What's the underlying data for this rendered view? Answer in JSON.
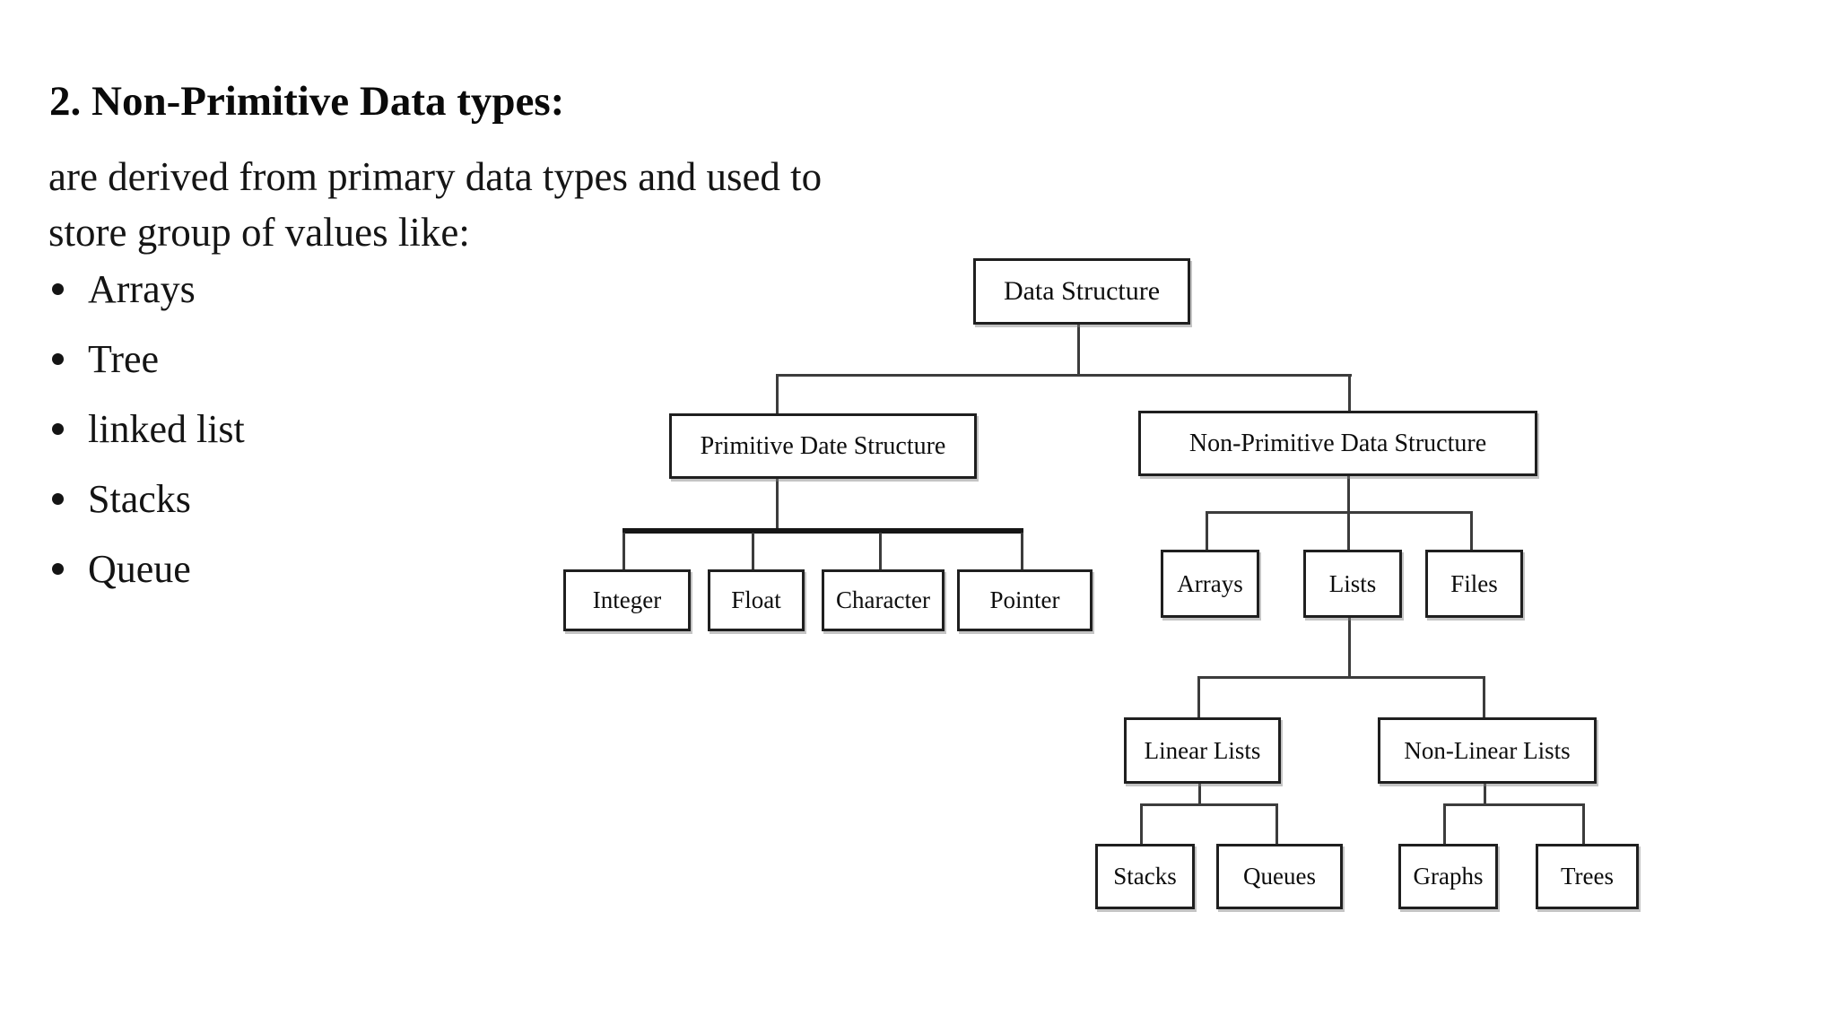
{
  "page": {
    "background": "#ffffff",
    "text_color": "#111111",
    "connector_color": "#3c3c3c"
  },
  "content": {
    "title": "2. Non-Primitive Data types:",
    "paragraph_lines": [
      "are derived from primary data types and used to",
      "store group of values like:"
    ],
    "bullets": [
      "Arrays",
      "Tree",
      "linked list",
      "Stacks",
      "Queue"
    ]
  },
  "diagram": {
    "nodes": [
      {
        "id": "data-structure",
        "label": "Data Structure"
      },
      {
        "id": "primitive",
        "label": "Primitive Date Structure"
      },
      {
        "id": "non-primitive",
        "label": "Non-Primitive Data Structure"
      },
      {
        "id": "integer",
        "label": "Integer"
      },
      {
        "id": "float",
        "label": "Float"
      },
      {
        "id": "character",
        "label": "Character"
      },
      {
        "id": "pointer",
        "label": "Pointer"
      },
      {
        "id": "arrays",
        "label": "Arrays"
      },
      {
        "id": "lists",
        "label": "Lists"
      },
      {
        "id": "files",
        "label": "Files"
      },
      {
        "id": "linear-lists",
        "label": "Linear Lists"
      },
      {
        "id": "non-linear-lists",
        "label": "Non-Linear Lists"
      },
      {
        "id": "stacks",
        "label": "Stacks"
      },
      {
        "id": "queues",
        "label": "Queues"
      },
      {
        "id": "graphs",
        "label": "Graphs"
      },
      {
        "id": "trees",
        "label": "Trees"
      }
    ],
    "hierarchy": [
      {
        "from": "data-structure",
        "to": [
          "primitive",
          "non-primitive"
        ]
      },
      {
        "from": "primitive",
        "to": [
          "integer",
          "float",
          "character",
          "pointer"
        ]
      },
      {
        "from": "non-primitive",
        "to": [
          "arrays",
          "lists",
          "files"
        ]
      },
      {
        "from": "lists",
        "to": [
          "linear-lists",
          "non-linear-lists"
        ]
      },
      {
        "from": "linear-lists",
        "to": [
          "stacks",
          "queues"
        ]
      },
      {
        "from": "non-linear-lists",
        "to": [
          "graphs",
          "trees"
        ]
      }
    ]
  }
}
